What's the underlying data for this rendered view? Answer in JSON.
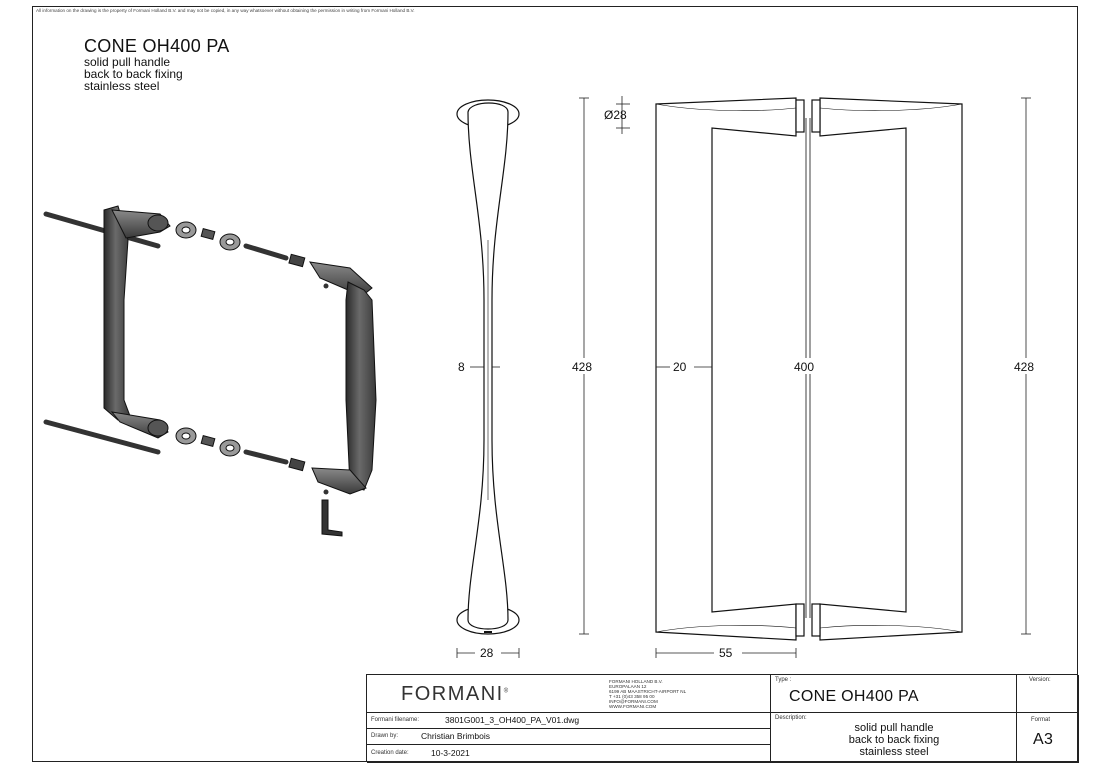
{
  "notice": "All information on the drawing is the property of Formani Holland B.V. and may not be copied, in any way whatsoever without obtaining the permission in writing from Formani Holland B.V.",
  "header": {
    "title": "CONE OH400 PA",
    "lines": [
      "solid pull handle",
      "back to back fixing",
      "stainless steel"
    ]
  },
  "dimensions": {
    "diameter": "Ø28",
    "thickness_8": "8",
    "height_side": "428",
    "depth_20": "20",
    "centre_400": "400",
    "height_right": "428",
    "base_width_28": "28",
    "projection_55": "55"
  },
  "title_block": {
    "logo": "FORMANI",
    "logo_mark": "®",
    "company": [
      "FORMANI HOLLAND B.V.",
      "EUROPALAAN 12",
      "6199 AB MAASTRICHT-AIRPORT NL",
      "T +31 (0)43 358 95 00",
      "INFO@FORMANI.COM",
      "WWW.FORMANI.COM"
    ],
    "filename_label": "Formani filename:",
    "filename": "3801G001_3_OH400_PA_V01.dwg",
    "drawn_label": "Drawn by:",
    "drawn_by": "Christian Brimbois",
    "date_label": "Creation date:",
    "date": "10-3-2021",
    "type_label": "Type :",
    "type": "CONE OH400 PA",
    "description_label": "Description:",
    "description": [
      "solid pull handle",
      "back to back fixing",
      "stainless steel"
    ],
    "version_label": "Version:",
    "version": "",
    "format_label": "Format",
    "format": "A3"
  }
}
